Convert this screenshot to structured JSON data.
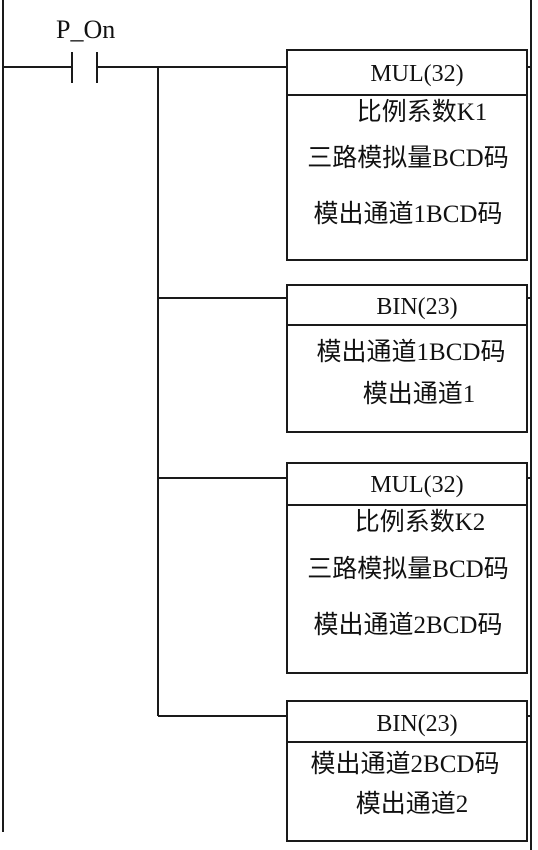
{
  "contact": {
    "label": "P_On"
  },
  "blocks": [
    {
      "instruction": "MUL(32)",
      "operands": [
        "比例系数K1",
        "三路模拟量BCD码",
        "模出通道1BCD码"
      ]
    },
    {
      "instruction": "BIN(23)",
      "operands": [
        "模出通道1BCD码",
        "模出通道1"
      ]
    },
    {
      "instruction": "MUL(32)",
      "operands": [
        "比例系数K2",
        "三路模拟量BCD码",
        "模出通道2BCD码"
      ]
    },
    {
      "instruction": "BIN(23)",
      "operands": [
        "模出通道2BCD码",
        "模出通道2"
      ]
    }
  ]
}
